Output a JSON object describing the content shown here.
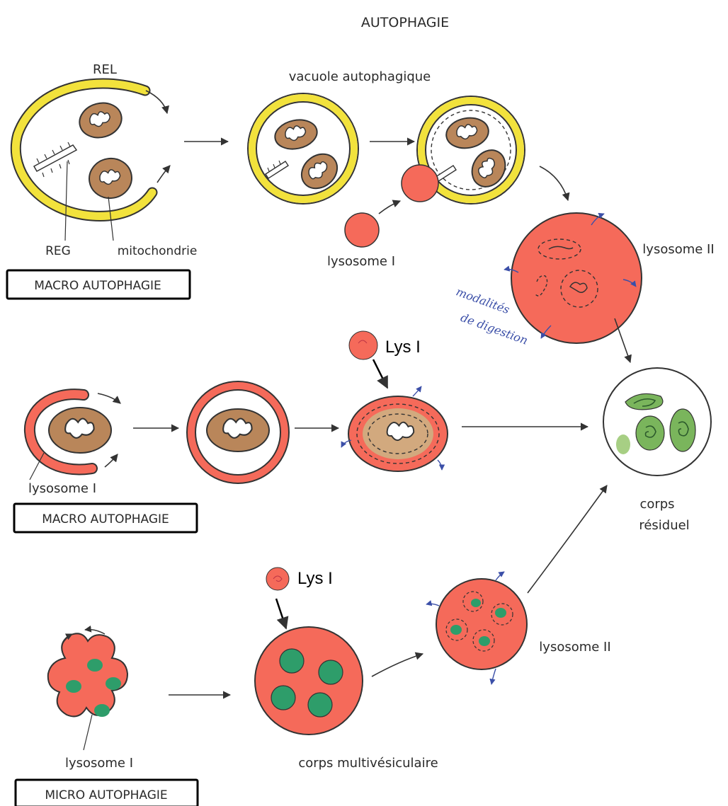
{
  "title": "AUTOPHAGIE",
  "labels": {
    "rel": "REL",
    "reg": "REG",
    "mitochondrie": "mitochondrie",
    "vacuole": "vacuole autophagique",
    "lysosome1_top": "lysosome I",
    "lysosome2_top": "lysosome II",
    "modalites_line1": "modalités",
    "modalites_line2": "de digestion",
    "lysosome1_mid": "lysosome I",
    "lys1_mid_typed": "Lys I",
    "corps_residuel_line1": "corps",
    "corps_residuel_line2": "résiduel",
    "lys1_bot_typed": "Lys I",
    "lysosome2_bot": "lysosome II",
    "lysosome1_bot": "lysosome I",
    "corps_multi": "corps multivésiculaire"
  },
  "boxes": {
    "macro1": "MACRO AUTOPHAGIE",
    "macro2": "MACRO AUTOPHAGIE",
    "micro": "MICRO AUTOPHAGIE"
  },
  "colors": {
    "yellow": "#f2e23c",
    "lysosome_red": "#f56a5a",
    "mito_brown": "#b9865a",
    "vesicle_green": "#2e9d6a",
    "residue_green": "#7ab55c",
    "outline": "#333333",
    "annotation_blue": "#3b4fa8"
  }
}
